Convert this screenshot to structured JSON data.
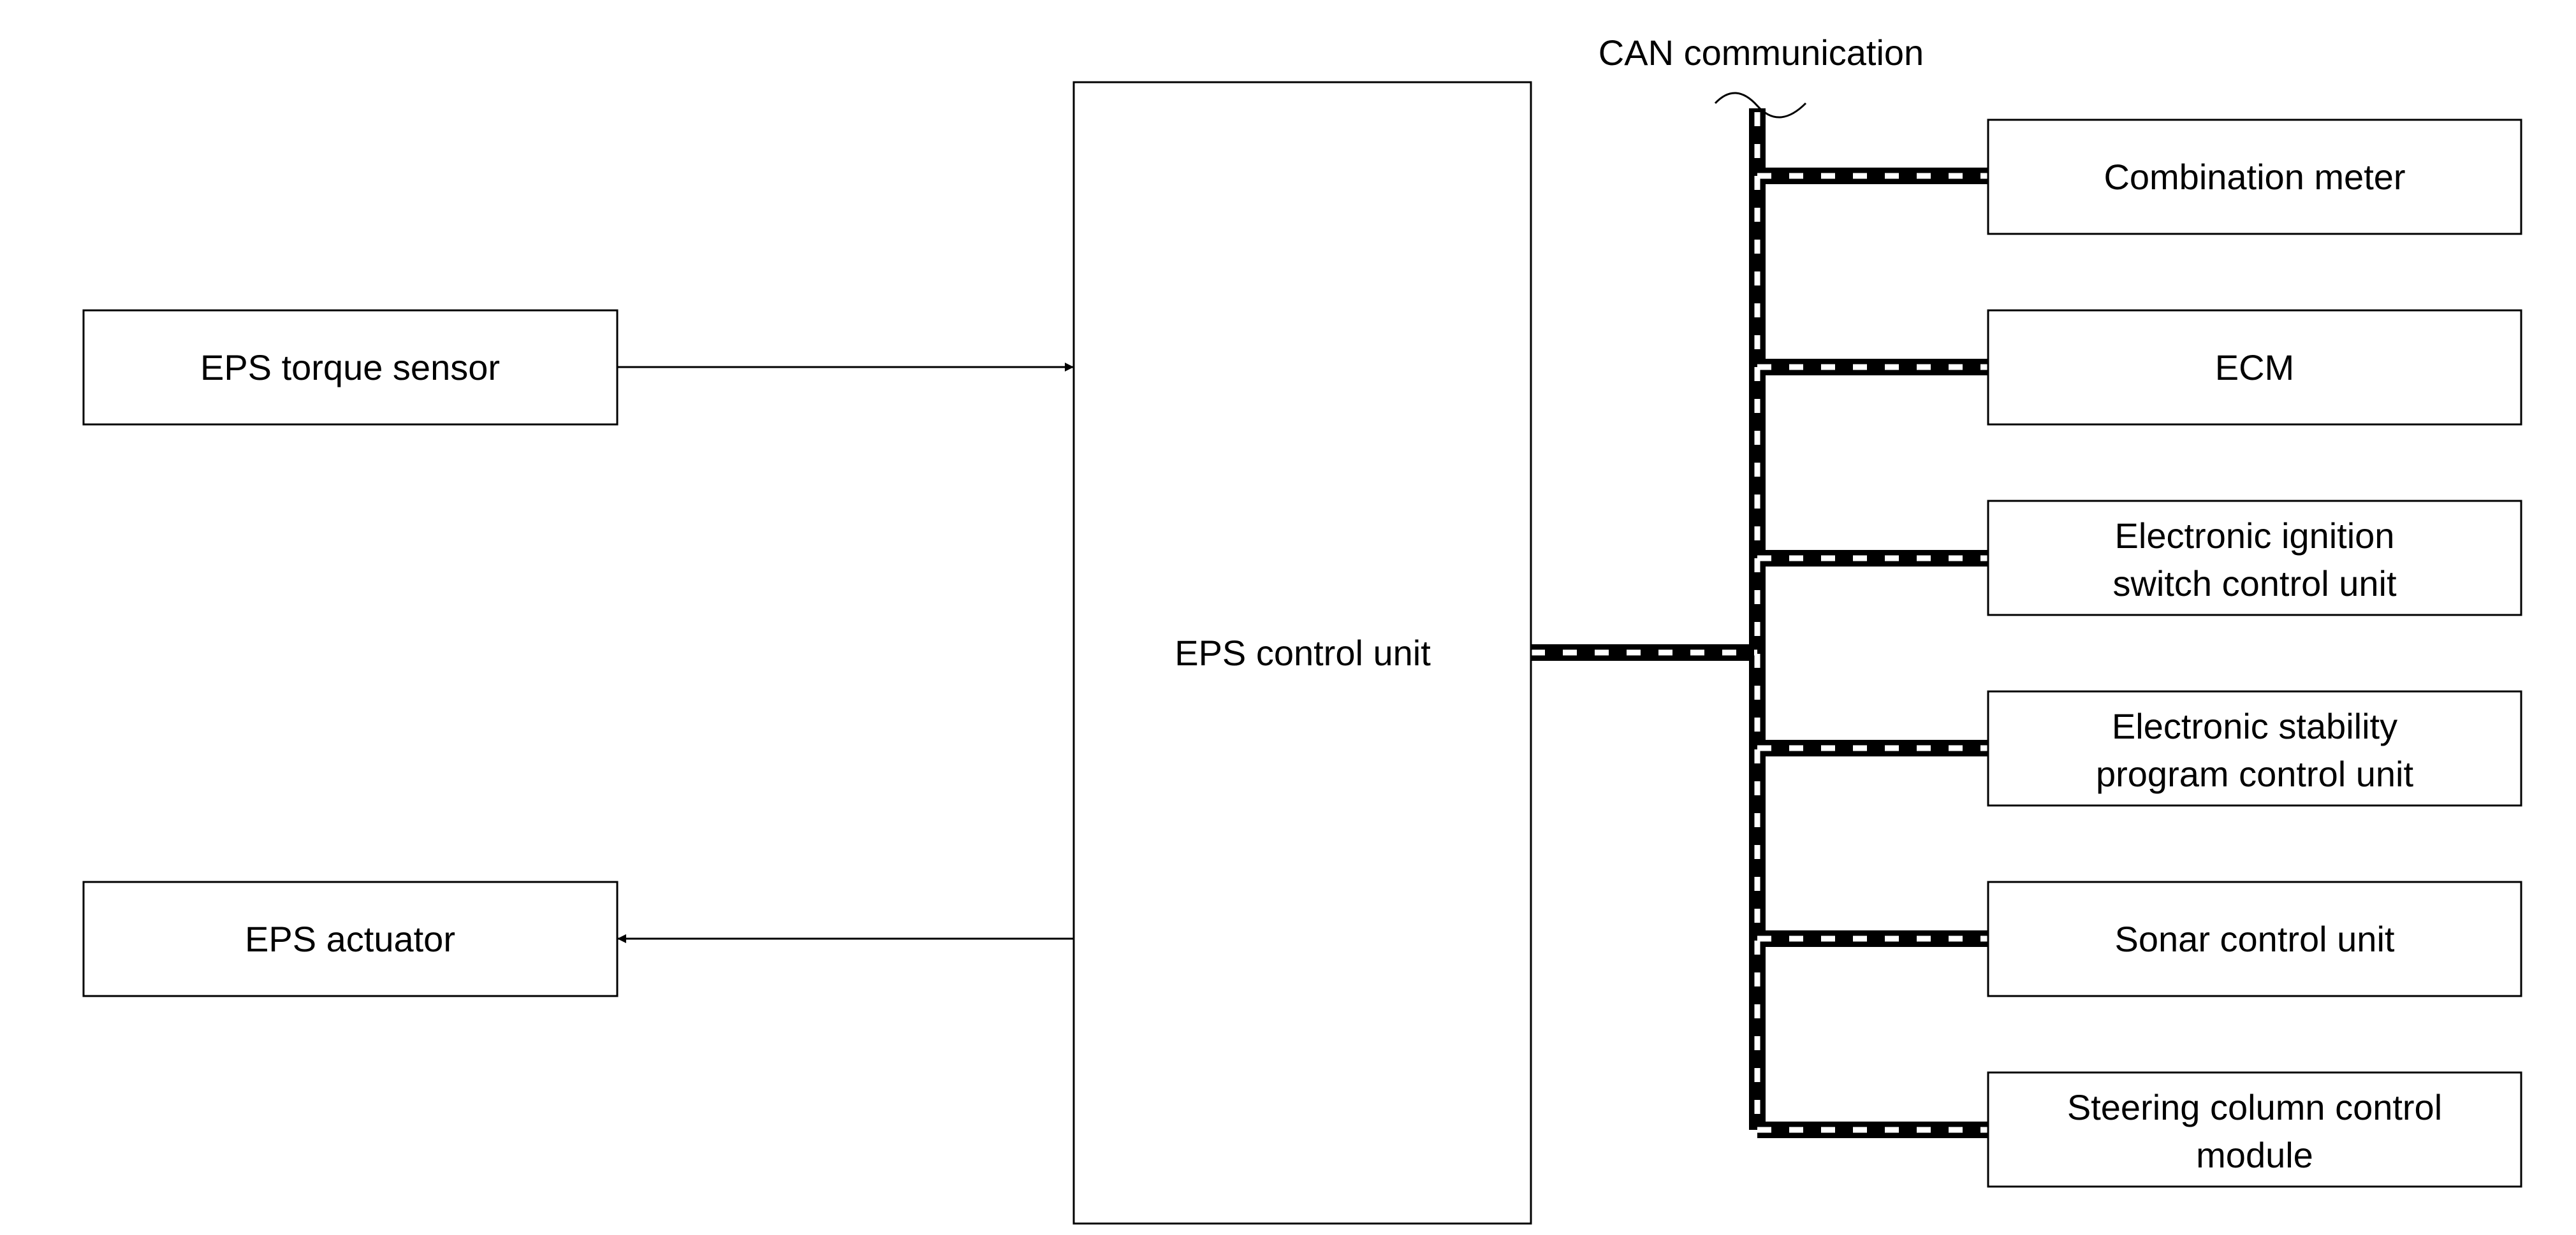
{
  "bus": {
    "label": "CAN communication"
  },
  "nodes": {
    "torque_sensor": "EPS torque sensor",
    "actuator": "EPS actuator",
    "control_unit": "EPS control unit",
    "combination_meter": "Combination meter",
    "ecm": "ECM",
    "ignition_line1": "Electronic ignition",
    "ignition_line2": "switch control unit",
    "stability_line1": "Electronic stability",
    "stability_line2": "program control unit",
    "sonar": "Sonar control unit",
    "steering_line1": "Steering column control",
    "steering_line2": "module"
  }
}
